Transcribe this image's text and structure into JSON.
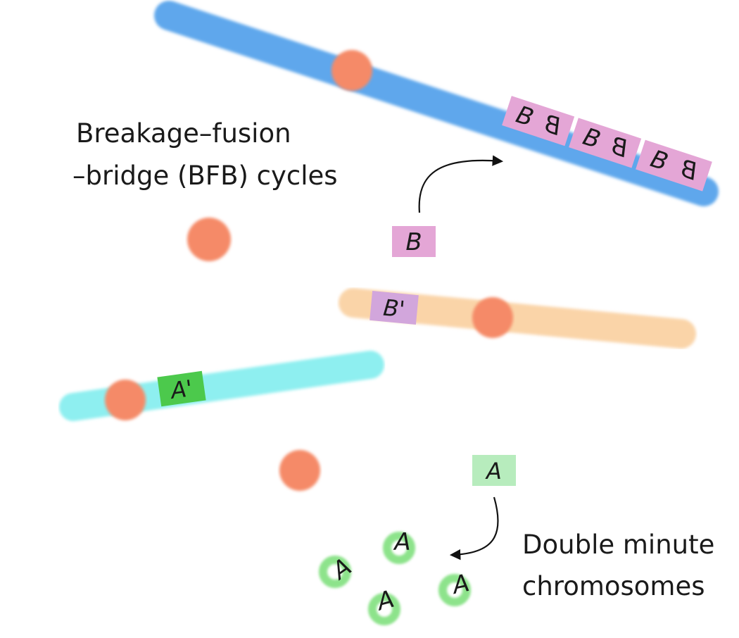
{
  "labels": {
    "bfb_line1": "Breakage–fusion",
    "bfb_line2": "–bridge (BFB) cycles",
    "dm_line1": "Double minute",
    "dm_line2": "chromosomes"
  },
  "segments": {
    "b": "B",
    "b_prime": "B'",
    "a": "A",
    "a_prime": "A'",
    "amplified_b": [
      "B",
      "B",
      "B",
      "B",
      "B",
      "B"
    ],
    "double_minutes": [
      "A",
      "A",
      "A",
      "A"
    ]
  },
  "colors": {
    "blue_chromosome": "#5ea7ec",
    "peach_chromosome": "#fad4a8",
    "cyan_chromosome": "#8eeff0",
    "gold_chromosome": "#f9c53a",
    "centromere": "#f58a67",
    "pink_segment": "#e4a6d6",
    "green_segment": "#4cc94c",
    "light_green_segment": "#b7ecbd",
    "dm_ring": "#8de38b"
  },
  "icons": {
    "arrow_bfb": "curved-arrow",
    "arrow_dm": "curved-arrow"
  }
}
